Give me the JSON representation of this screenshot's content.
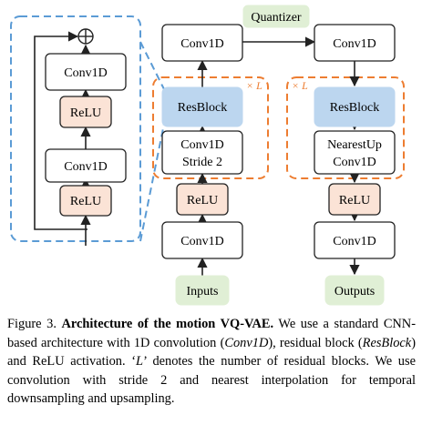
{
  "colors": {
    "box_stroke": "#222222",
    "resblock_fill": "#bcd6ef",
    "relu_fill": "#fbe3d6",
    "io_fill": "#e0efd5",
    "dashed_blue": "#5b9bd5",
    "dashed_orange": "#ed7d31",
    "multiplier_orange": "#ed7d31"
  },
  "resblock_detail": {
    "conv_top": "Conv1D",
    "relu_top": "ReLU",
    "conv_bottom": "Conv1D",
    "relu_bottom": "ReLU",
    "sum_symbol": "⊕"
  },
  "encoder": {
    "conv_top": "Conv1D",
    "resblock": "ResBlock",
    "multiplier": "× L",
    "downsample_line1": "Conv1D",
    "downsample_line2": "Stride 2",
    "relu": "ReLU",
    "conv_bottom": "Conv1D",
    "input": "Inputs"
  },
  "quantizer": "Quantizer",
  "decoder": {
    "conv_top": "Conv1D",
    "resblock": "ResBlock",
    "multiplier": "× L",
    "upsample_line1": "NearestUp",
    "upsample_line2": "Conv1D",
    "relu": "ReLU",
    "conv_bottom": "Conv1D",
    "output": "Outputs"
  },
  "caption": {
    "figure_label": "Figure 3.",
    "title": "Architecture of the motion VQ-VAE.",
    "text_1": " We use a standard CNN-based architecture with 1D convolution (",
    "term_conv": "Conv1D",
    "text_2": "), residual block (",
    "term_resblock": "ResBlock",
    "text_3": ") and ReLU activation. ‘",
    "term_L": "L",
    "text_4": "’ denotes the number of residual blocks. We use convolution with stride 2 and nearest interpolation for temporal downsampling and upsampling."
  }
}
